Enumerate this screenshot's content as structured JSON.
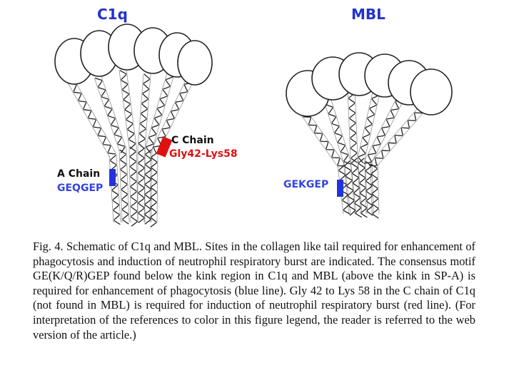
{
  "figure": {
    "c1q": {
      "title": "C1q",
      "a_chain_label": "A Chain",
      "a_chain_motif": "GEQGEP",
      "c_chain_label": "C Chain",
      "c_chain_region": "Gly42-Lys58"
    },
    "mbl": {
      "title": "MBL",
      "motif": "GEKGEP"
    },
    "colors": {
      "title_blue": "#2233cc",
      "motif_blue": "#3344dd",
      "marker_blue": "#2233dd",
      "marker_red": "#e01010",
      "ink": "#222222"
    }
  },
  "caption": "Fig. 4. Schematic of C1q and MBL. Sites in the collagen like tail required for enhancement of phagocytosis and induction of neutrophil respiratory burst are indicated. The consensus motif GE(K/Q/R)GEP found below the kink region in C1q and MBL (above the kink in SP-A) is required for enhancement of phagocytosis (blue line). Gly 42 to Lys 58 in the C chain of C1q (not found in MBL) is required for induction of neutrophil respiratory burst (red line). (For interpretation of the references to color in this figure legend, the reader is referred to the web version of the article.)"
}
